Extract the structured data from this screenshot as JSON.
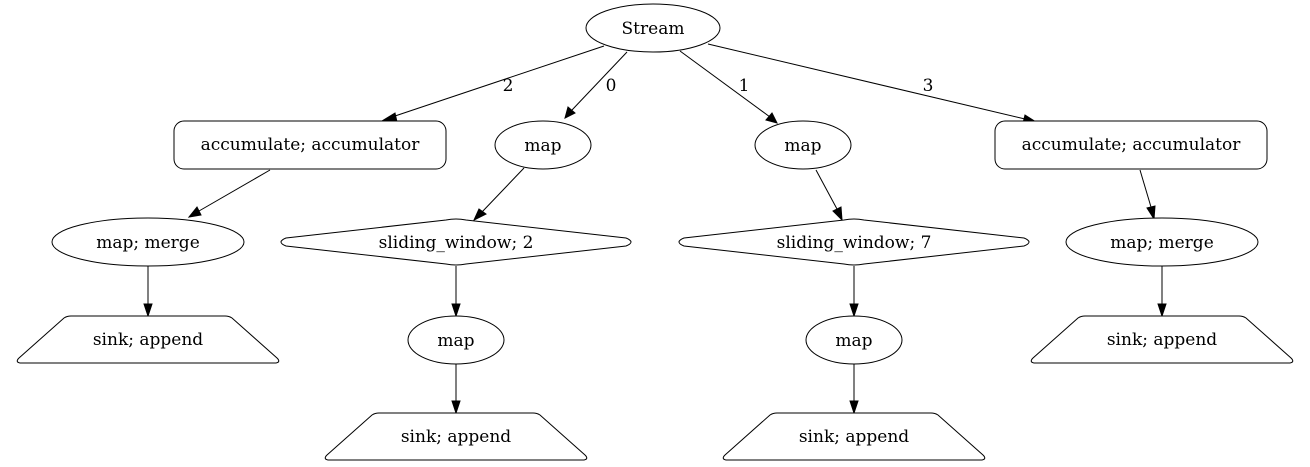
{
  "diagram": {
    "nodes": {
      "stream": {
        "label": "Stream",
        "shape": "ellipse"
      },
      "acc_left": {
        "label": "accumulate; accumulator",
        "shape": "rounded-box"
      },
      "map_a": {
        "label": "map",
        "shape": "ellipse"
      },
      "map_b": {
        "label": "map",
        "shape": "ellipse"
      },
      "acc_right": {
        "label": "accumulate; accumulator",
        "shape": "rounded-box"
      },
      "merge_left": {
        "label": "map; merge",
        "shape": "ellipse"
      },
      "window_a": {
        "label": "sliding_window; 2",
        "shape": "diamond"
      },
      "window_b": {
        "label": "sliding_window; 7",
        "shape": "diamond"
      },
      "merge_right": {
        "label": "map; merge",
        "shape": "ellipse"
      },
      "sink_left": {
        "label": "sink; append",
        "shape": "trapezium"
      },
      "map_a2": {
        "label": "map",
        "shape": "ellipse"
      },
      "map_b2": {
        "label": "map",
        "shape": "ellipse"
      },
      "sink_right": {
        "label": "sink; append",
        "shape": "trapezium"
      },
      "sink_a": {
        "label": "sink; append",
        "shape": "trapezium"
      },
      "sink_b": {
        "label": "sink; append",
        "shape": "trapezium"
      }
    },
    "edges": {
      "stream_to_acc_left": {
        "label": "2"
      },
      "stream_to_map_a": {
        "label": "0"
      },
      "stream_to_map_b": {
        "label": "1"
      },
      "stream_to_acc_right": {
        "label": "3"
      },
      "acc_left_to_merge_left": {
        "label": ""
      },
      "map_a_to_window_a": {
        "label": ""
      },
      "map_b_to_window_b": {
        "label": ""
      },
      "acc_right_to_merge_right": {
        "label": ""
      },
      "merge_left_to_sink_left": {
        "label": ""
      },
      "window_a_to_map_a2": {
        "label": ""
      },
      "window_b_to_map_b2": {
        "label": ""
      },
      "merge_right_to_sink_right": {
        "label": ""
      },
      "map_a2_to_sink_a": {
        "label": ""
      },
      "map_b2_to_sink_b": {
        "label": ""
      }
    }
  }
}
